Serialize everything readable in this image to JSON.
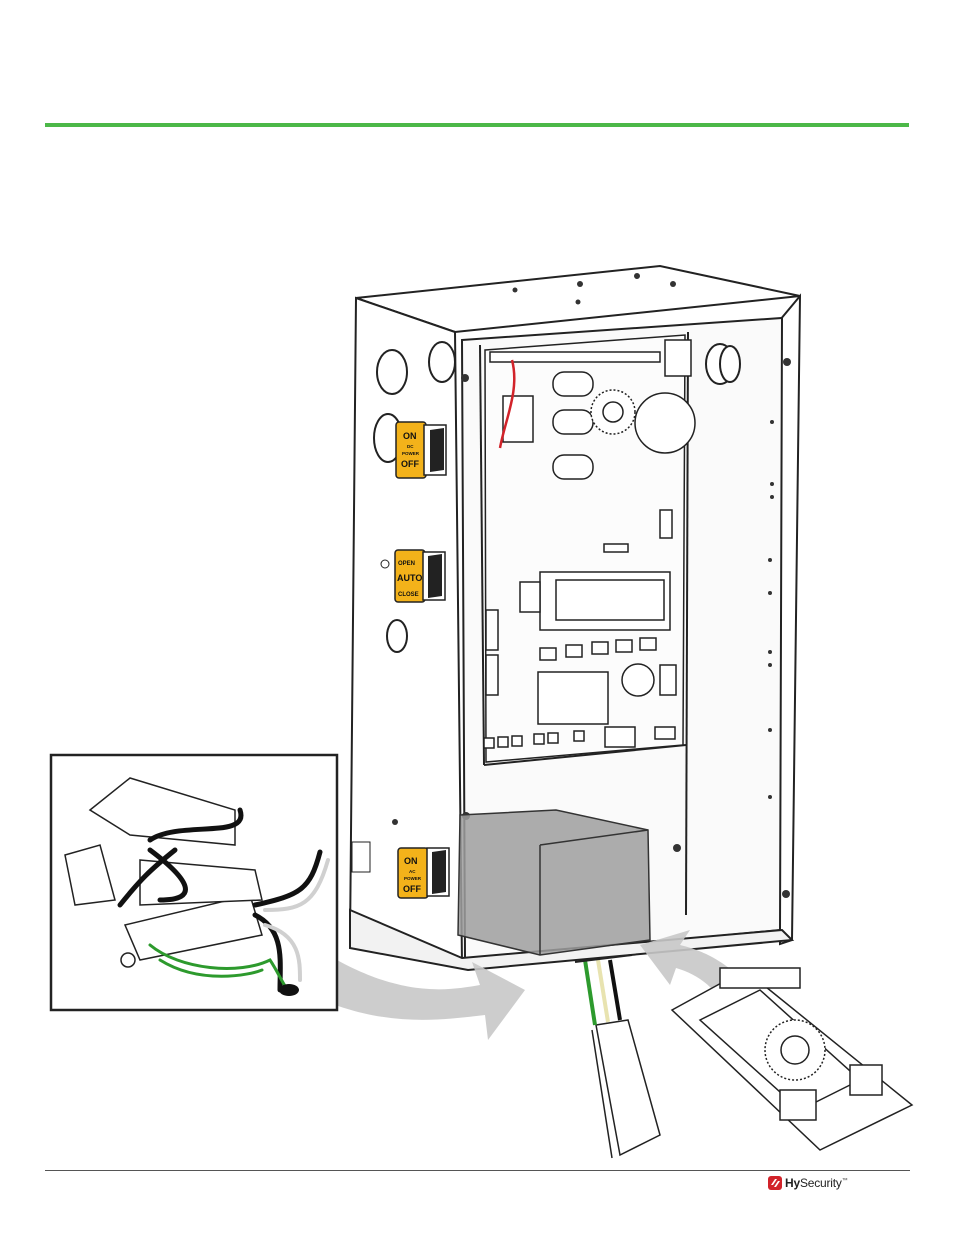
{
  "page": {
    "accent_color": "#4cb848"
  },
  "switches": {
    "dc_power": {
      "on": "ON",
      "line1": "DC",
      "line2": "POWER",
      "off": "OFF"
    },
    "mode": {
      "open": "OPEN",
      "auto": "AUTO",
      "close": "CLOSE"
    },
    "ac_power": {
      "on": "ON",
      "line1": "AC",
      "line2": "POWER",
      "off": "OFF"
    }
  },
  "footer": {
    "brand_prefix": "Hy",
    "brand_suffix": "Security",
    "trademark": "™",
    "brand_color": "#d2232a",
    "logo_icon": "hysecurity-logo-icon"
  }
}
